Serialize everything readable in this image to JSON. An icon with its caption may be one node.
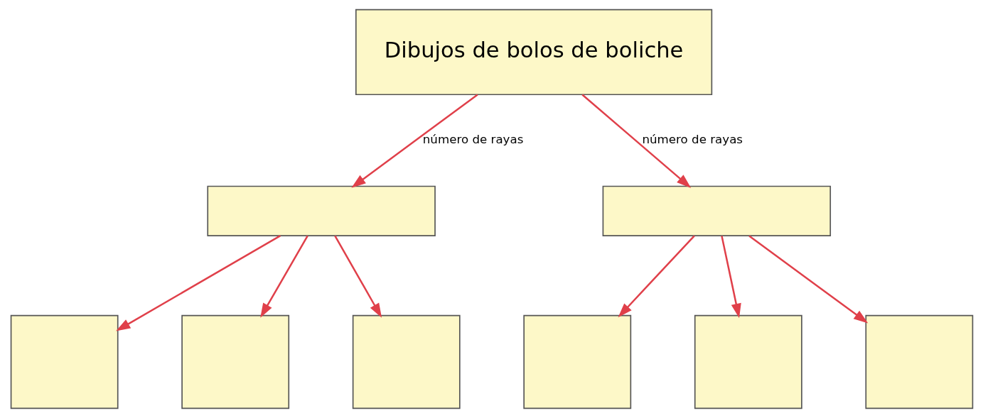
{
  "diagram": {
    "nodes": [
      {
        "text": [
          "Dibujos de bolos de boliche"
        ]
      },
      {
        "text": [],
        "shape": "box"
      },
      {
        "text": [],
        "shape": "box"
      },
      {
        "text": [],
        "shape": "box"
      },
      {
        "text": [],
        "shape": "box"
      },
      {
        "text": [],
        "shape": "box"
      },
      {
        "text": [],
        "shape": "box"
      },
      {
        "text": [],
        "shape": "box"
      },
      {
        "text": [],
        "shape": "box"
      }
    ],
    "edges": [
      {
        "from": 0,
        "to": 1,
        "arrow": "to",
        "label": "número de rayas"
      },
      {
        "from": 0,
        "to": 2,
        "arrow": "to",
        "label": "número de rayas"
      },
      {
        "from": 1,
        "to": 3,
        "arrow": "to"
      },
      {
        "from": 1,
        "to": 4,
        "arrow": "to"
      },
      {
        "from": 1,
        "to": 5,
        "arrow": "to"
      },
      {
        "from": 2,
        "to": 6,
        "arrow": "to"
      },
      {
        "from": 2,
        "to": 7,
        "arrow": "to"
      },
      {
        "from": 2,
        "to": 8,
        "arrow": "to"
      }
    ]
  }
}
